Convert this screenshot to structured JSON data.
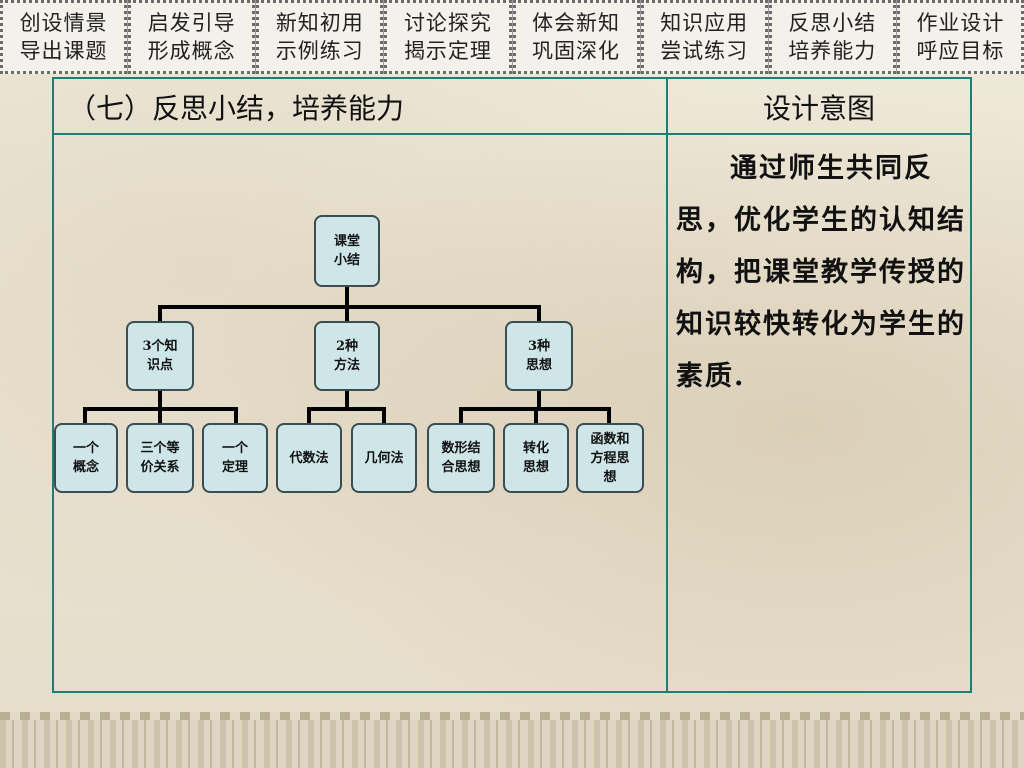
{
  "nav": [
    {
      "line1": "创设情景",
      "line2": "导出课题"
    },
    {
      "line1": "启发引导",
      "line2": "形成概念"
    },
    {
      "line1": "新知初用",
      "line2": "示例练习"
    },
    {
      "line1": "讨论探究",
      "line2": "揭示定理"
    },
    {
      "line1": "体会新知",
      "line2": "巩固深化"
    },
    {
      "line1": "知识应用",
      "line2": "尝试练习"
    },
    {
      "line1": "反思小结",
      "line2": "培养能力"
    },
    {
      "line1": "作业设计",
      "line2": "呼应目标"
    }
  ],
  "table": {
    "heading": "（七）反思小结，培养能力",
    "intent_heading": "设计意图",
    "intent_text": "通过师生共同反思，优化学生的认知结构，把课堂教学传授的知识较快转化为学生的素质."
  },
  "tree": {
    "root": "课堂\n小结",
    "branches": [
      {
        "label": "3个知\n识点",
        "children": [
          "一个\n概念",
          "三个等\n价关系",
          "一个\n定理"
        ]
      },
      {
        "label": "2种\n方法",
        "children": [
          "代数法",
          "几何法"
        ]
      },
      {
        "label": "3种\n思想",
        "children": [
          "数形结\n合思想",
          "转化\n思想",
          "函数和\n方程思\n想"
        ]
      }
    ]
  }
}
